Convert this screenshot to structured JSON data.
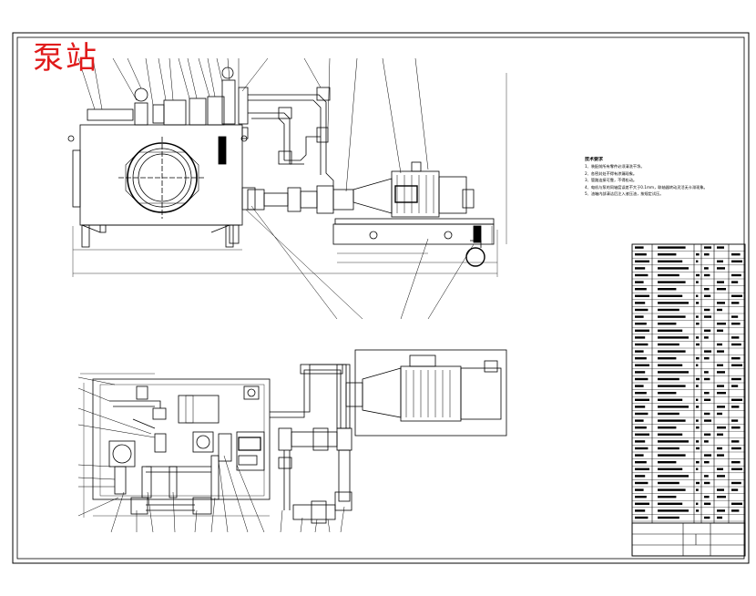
{
  "drawing": {
    "title": "泵站",
    "tech_notes": {
      "heading": "技术要求",
      "items": [
        "1、装配前所有零件必须清洗干净。",
        "2、各密封处不得有渗漏现象。",
        "3、管路连接可靠，不得松动。",
        "4、电机与泵的同轴度误差不大于0.1mm，联轴器转动灵活无卡滞现象。",
        "5、油箱内部清洁后注入液压油，按规定试压。"
      ]
    }
  },
  "colors": {
    "line": "#000000",
    "accent": "#e01b1b",
    "paper": "#ffffff"
  }
}
